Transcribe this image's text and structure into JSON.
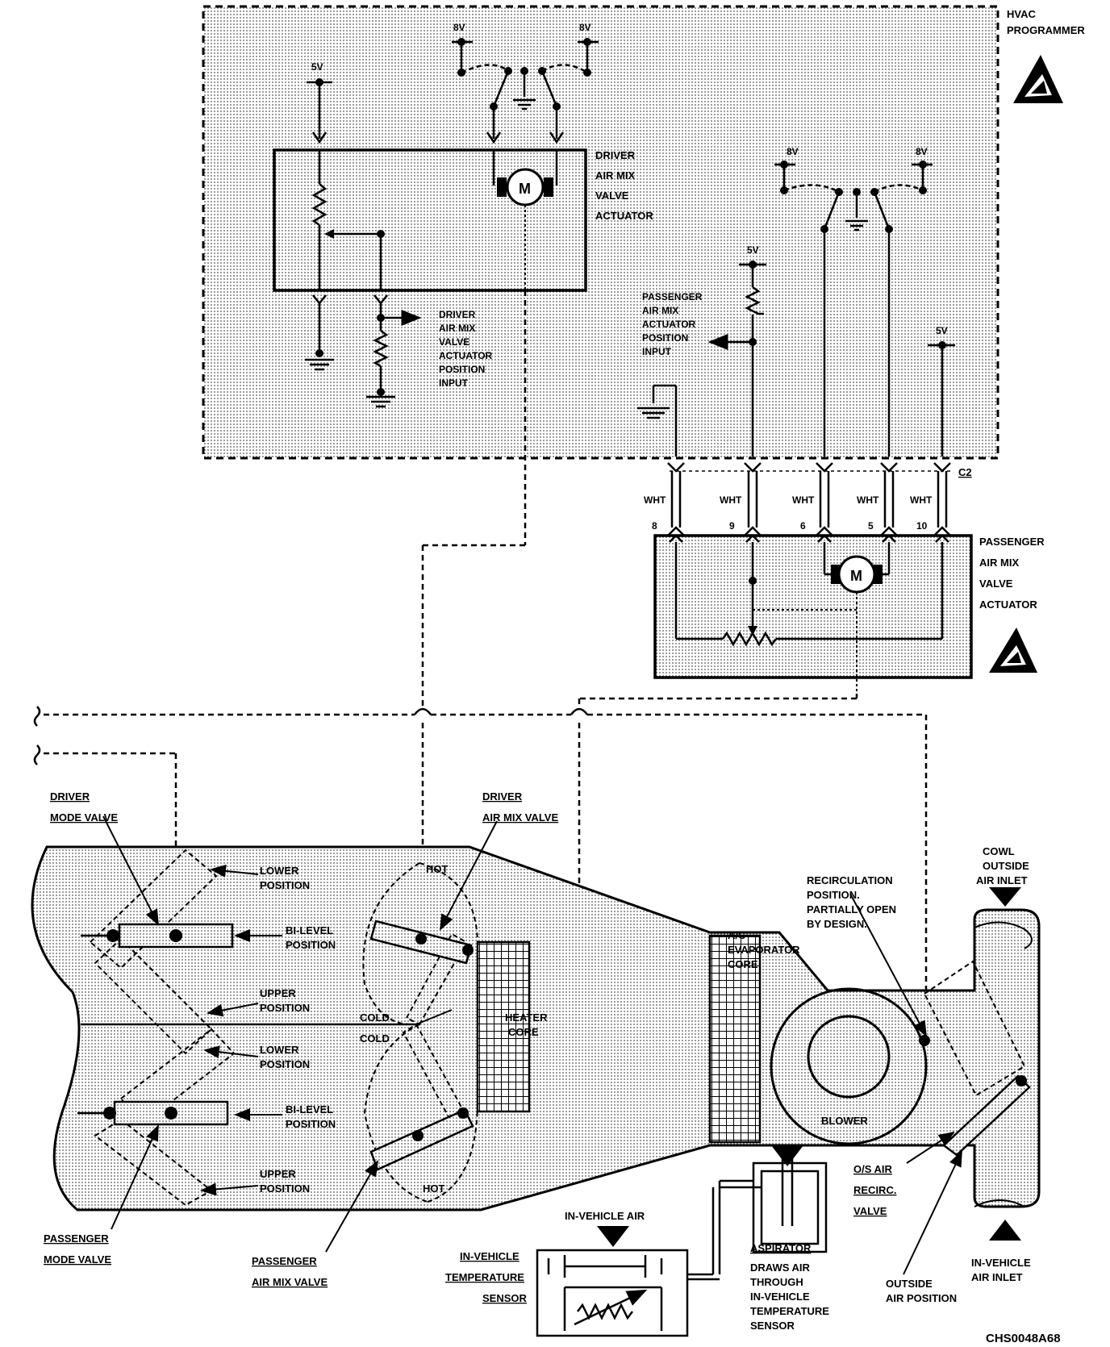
{
  "programmer": {
    "title_lines": [
      "HVAC",
      "PROGRAMMER"
    ]
  },
  "voltages": {
    "v8": "8V",
    "v5": "5V"
  },
  "driver_actuator": {
    "motor": "M",
    "title_lines": [
      "DRIVER",
      "AIR MIX",
      "VALVE",
      "ACTUATOR"
    ],
    "input_lines": [
      "DRIVER",
      "AIR MIX",
      "VALVE",
      "ACTUATOR",
      "POSITION",
      "INPUT"
    ]
  },
  "passenger_input": {
    "lines": [
      "PASSENGER",
      "AIR MIX",
      "ACTUATOR",
      "POSITION",
      "INPUT"
    ]
  },
  "connector": {
    "name": "C2",
    "wires": [
      {
        "color": "WHT",
        "pin": "8"
      },
      {
        "color": "WHT",
        "pin": "9"
      },
      {
        "color": "WHT",
        "pin": "6"
      },
      {
        "color": "WHT",
        "pin": "5"
      },
      {
        "color": "WHT",
        "pin": "10"
      }
    ]
  },
  "passenger_actuator": {
    "motor": "M",
    "title_lines": [
      "PASSENGER",
      "AIR MIX",
      "VALVE",
      "ACTUATOR"
    ]
  },
  "module": {
    "driver_mode_valve": [
      "DRIVER",
      "MODE VALVE"
    ],
    "driver_air_mix_valve": [
      "DRIVER",
      "AIR MIX VALVE"
    ],
    "passenger_mode_valve": [
      "PASSENGER",
      "MODE VALVE"
    ],
    "passenger_air_mix_valve": [
      "PASSENGER",
      "AIR MIX VALVE"
    ],
    "lower_position_top": [
      "LOWER",
      "POSITION"
    ],
    "bilevel_position_top": [
      "BI-LEVEL",
      "POSITION"
    ],
    "upper_position_top": [
      "UPPER",
      "POSITION"
    ],
    "lower_position_bottom": [
      "LOWER",
      "POSITION"
    ],
    "bilevel_position_bottom": [
      "BI-LEVEL",
      "POSITION"
    ],
    "upper_position_bottom": [
      "UPPER",
      "POSITION"
    ],
    "hot_top": "HOT",
    "hot_bottom": "HOT",
    "cold_top": "COLD",
    "cold_bottom": "COLD",
    "heater_core": [
      "HEATER",
      "CORE"
    ],
    "evaporator_core": [
      "A/C",
      "EVAPORATOR",
      "CORE"
    ],
    "blower": "BLOWER",
    "recirculation": [
      "RECIRCULATION",
      "POSITION.",
      "PARTIALLY OPEN",
      "BY DESIGN."
    ],
    "cowl_inlet": [
      "COWL",
      "OUTSIDE",
      "AIR INLET"
    ],
    "os_air_valve": [
      "O/S AIR",
      "RECIRC.",
      "VALVE"
    ],
    "outside_air_position": [
      "OUTSIDE",
      "AIR POSITION"
    ],
    "in_vehicle_inlet": [
      "IN-VEHICLE",
      "AIR INLET"
    ],
    "in_vehicle_air": "IN-VEHICLE AIR",
    "temp_sensor": [
      "IN-VEHICLE",
      "TEMPERATURE",
      "SENSOR"
    ],
    "aspirator": [
      "ASPIRATOR",
      "DRAWS AIR",
      "THROUGH",
      "IN-VEHICLE",
      "TEMPERATURE",
      "SENSOR"
    ]
  },
  "figure_code": "CHS0048A68"
}
